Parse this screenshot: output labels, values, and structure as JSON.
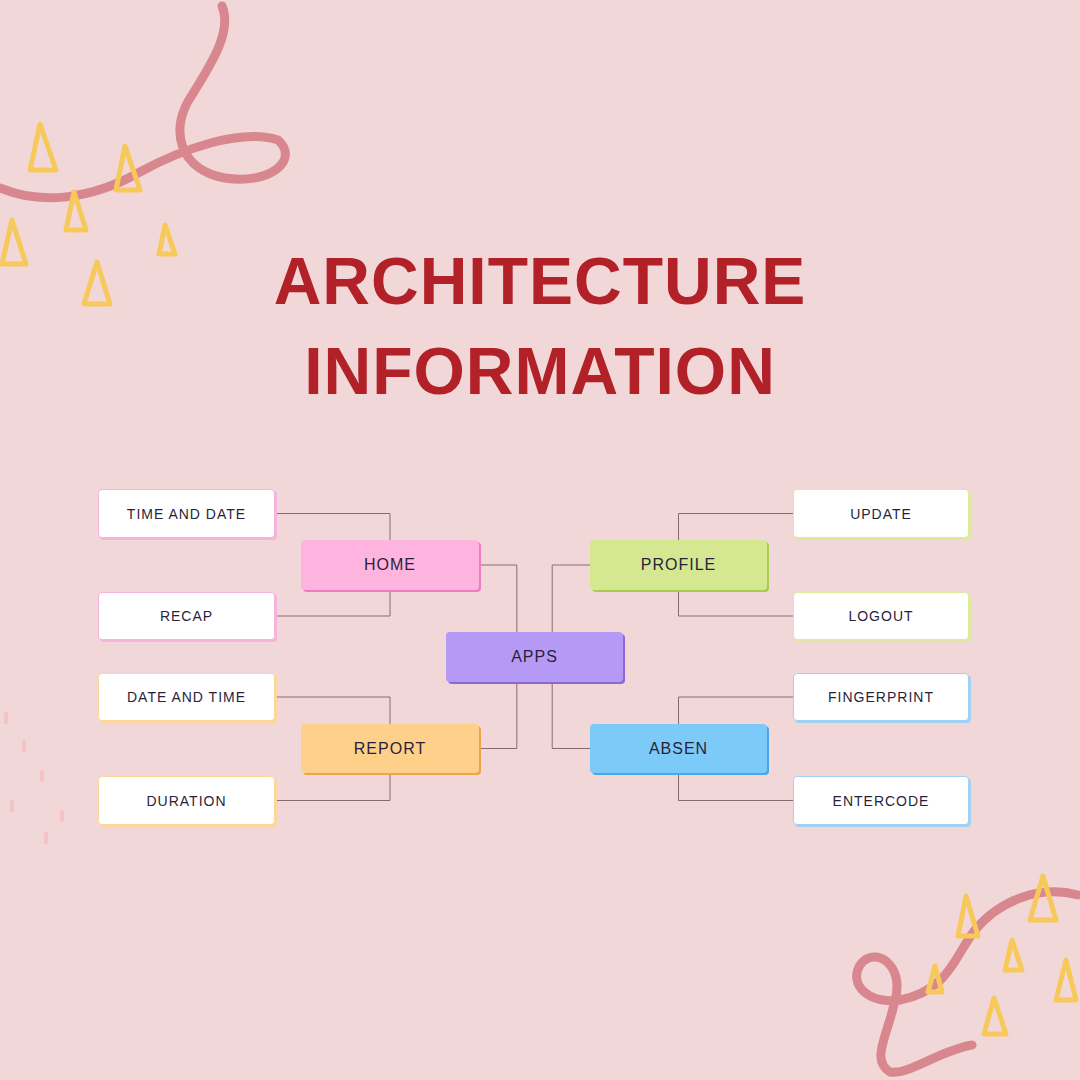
{
  "diagram": {
    "title": "ARCHITECTURE INFORMATION",
    "nodes": [
      {
        "text": [
          "APPS"
        ]
      },
      {
        "text": [
          "HOME"
        ]
      },
      {
        "text": [
          "TIME AND DATE"
        ]
      },
      {
        "text": [
          "RECAP"
        ]
      },
      {
        "text": [
          "PROFILE"
        ]
      },
      {
        "text": [
          "UPDATE"
        ]
      },
      {
        "text": [
          "LOGOUT"
        ]
      },
      {
        "text": [
          "REPORT"
        ]
      },
      {
        "text": [
          "DATE AND TIME"
        ]
      },
      {
        "text": [
          "DURATION"
        ]
      },
      {
        "text": [
          "ABSEN"
        ]
      },
      {
        "text": [
          "FINGERPRINT"
        ]
      },
      {
        "text": [
          "ENTERCODE"
        ]
      }
    ],
    "edges": [
      {
        "from": 0,
        "to": 1,
        "arrow": "none"
      },
      {
        "from": 1,
        "to": 2,
        "arrow": "none"
      },
      {
        "from": 1,
        "to": 3,
        "arrow": "none"
      },
      {
        "from": 0,
        "to": 4,
        "arrow": "none"
      },
      {
        "from": 4,
        "to": 5,
        "arrow": "none"
      },
      {
        "from": 4,
        "to": 6,
        "arrow": "none"
      },
      {
        "from": 0,
        "to": 7,
        "arrow": "none"
      },
      {
        "from": 7,
        "to": 8,
        "arrow": "none"
      },
      {
        "from": 7,
        "to": 9,
        "arrow": "none"
      },
      {
        "from": 0,
        "to": 10,
        "arrow": "none"
      },
      {
        "from": 10,
        "to": 11,
        "arrow": "none"
      },
      {
        "from": 10,
        "to": 12,
        "arrow": "none"
      }
    ]
  }
}
